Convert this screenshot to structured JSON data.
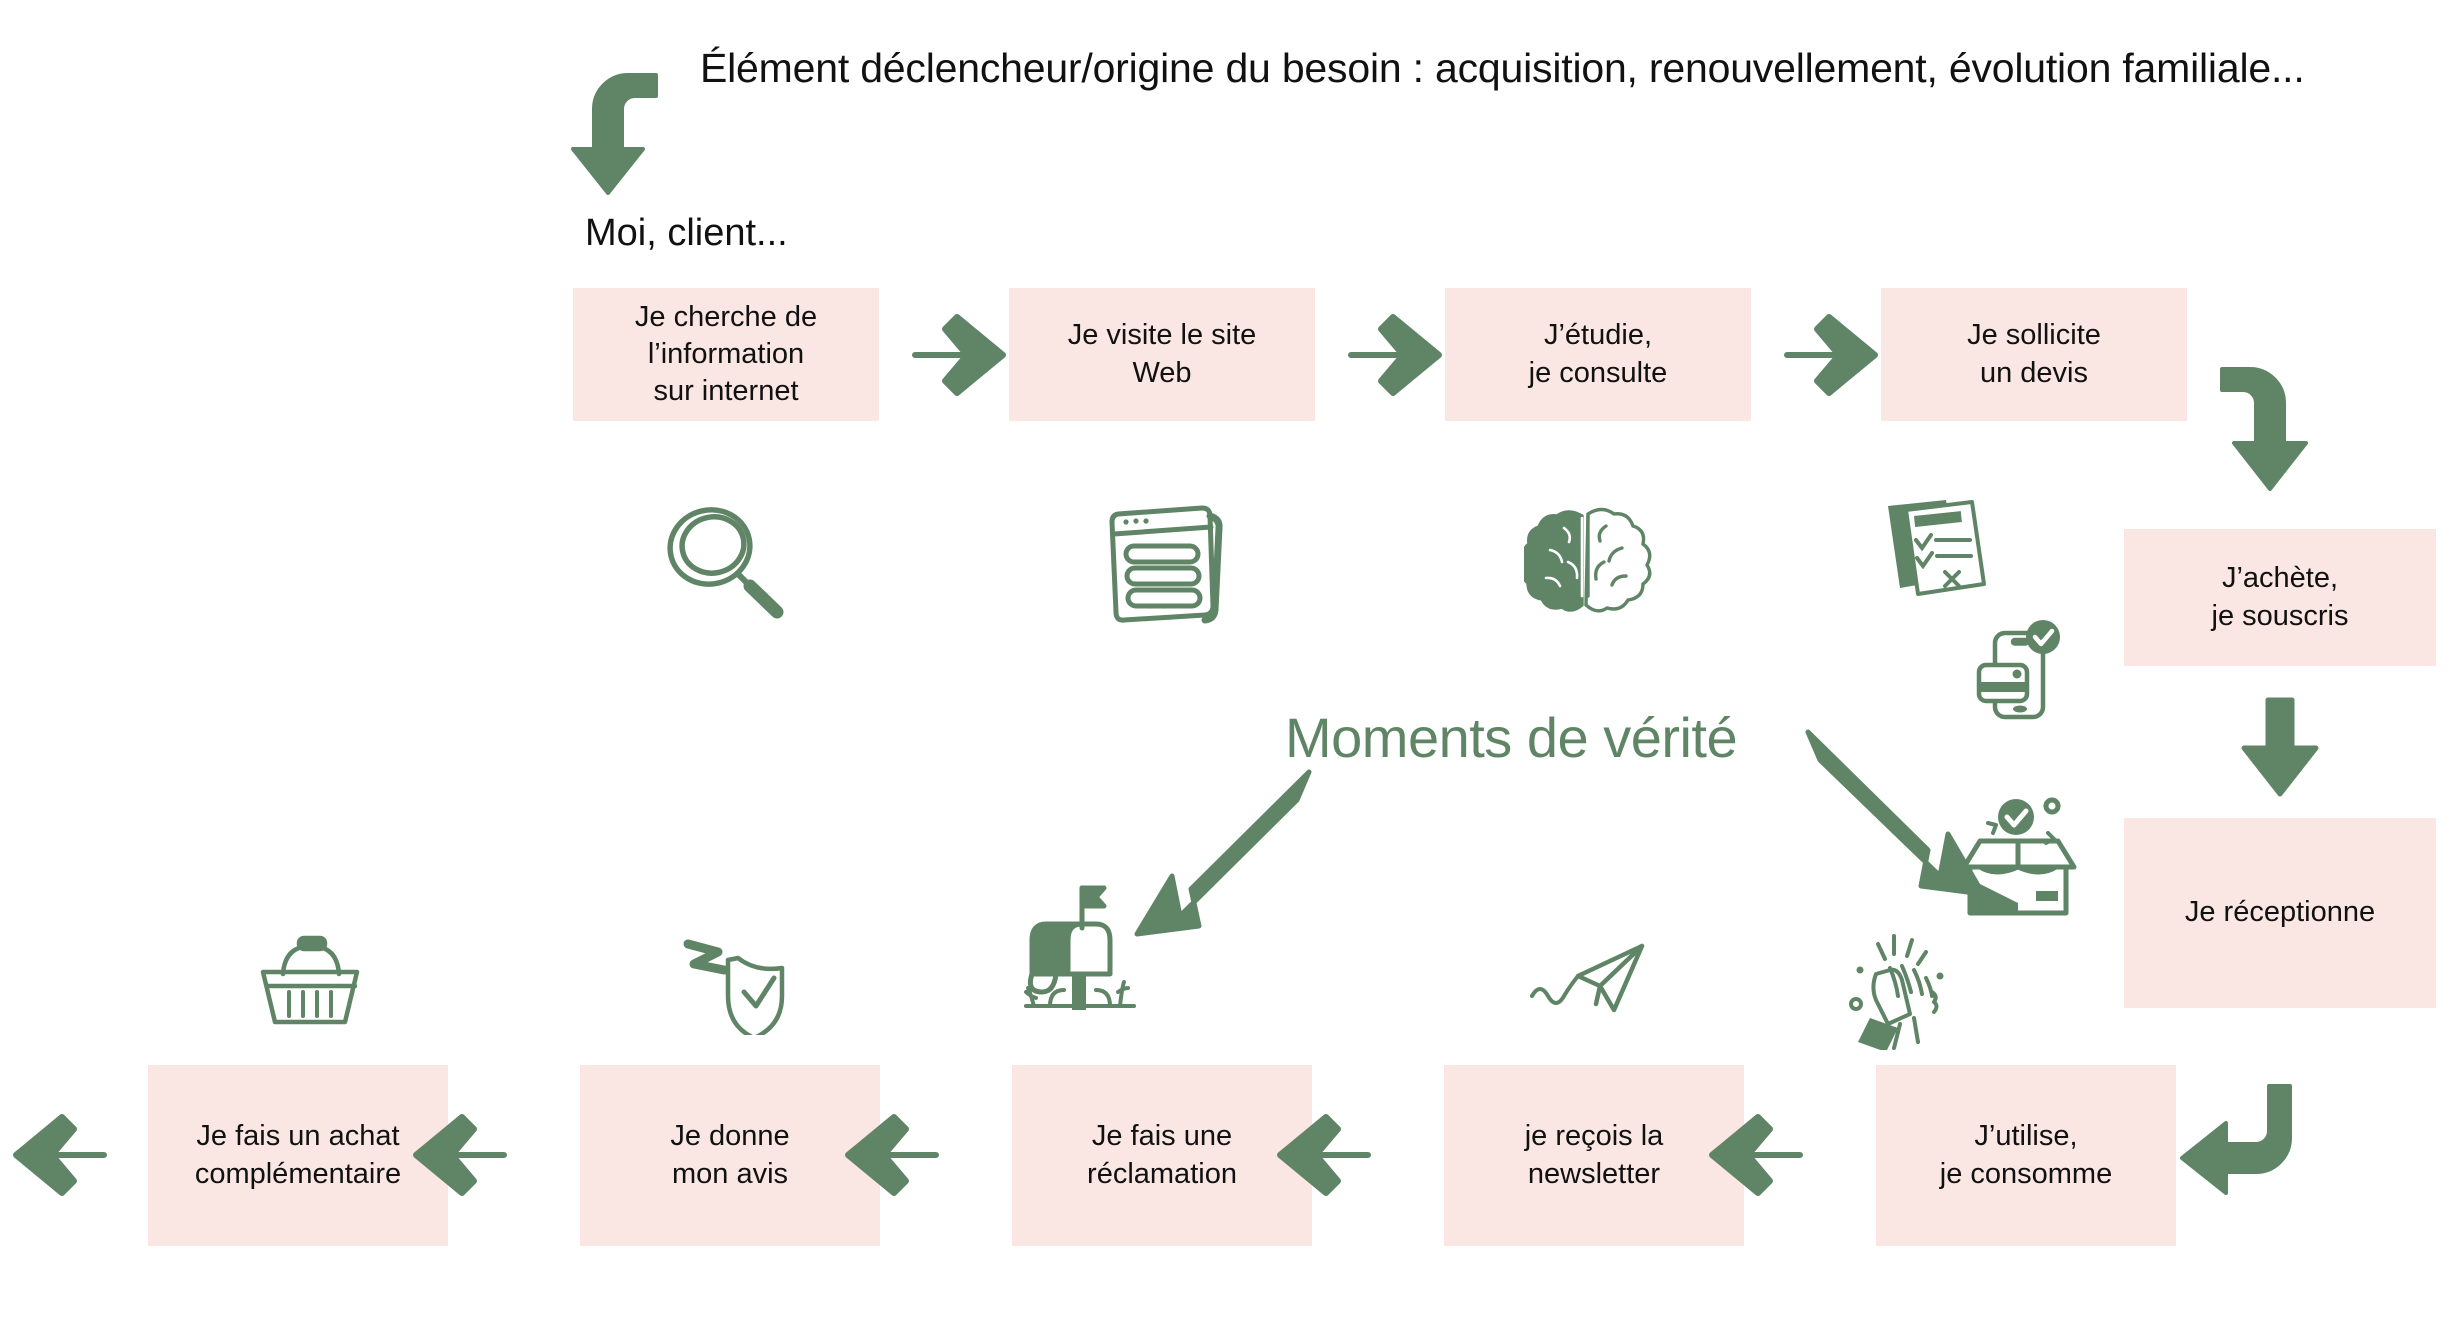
{
  "diagram": {
    "header_note": "Élément déclencheur/origine du besoin  : acquisition, renouvellement, évolution familiale...",
    "persona_label": "Moi, client...",
    "moments_label": "Moments de vérité",
    "colors": {
      "box_fill": "#fae7e3",
      "accent_green": "#5f8566",
      "text": "#111111",
      "background": "#ffffff"
    },
    "top_row": [
      {
        "id": "step-1",
        "label_lines": [
          "Je cherche de",
          "l’information",
          "sur internet"
        ],
        "icon": "magnifying-glass-icon"
      },
      {
        "id": "step-2",
        "label_lines": [
          "Je visite le site",
          "Web"
        ],
        "icon": "web-page-document-icon"
      },
      {
        "id": "step-3",
        "label_lines": [
          "J’étudie,",
          "je consulte"
        ],
        "icon": "brain-icon"
      },
      {
        "id": "step-4",
        "label_lines": [
          "Je sollicite",
          "un devis"
        ],
        "icon": "quote-checklist-icon"
      }
    ],
    "right_column": [
      {
        "id": "step-5",
        "label_lines": [
          "J’achète,",
          "je souscris"
        ],
        "icon": "mobile-payment-icon"
      },
      {
        "id": "step-6",
        "label_lines": [
          "Je réceptionne"
        ],
        "icon": "delivery-box-icon"
      }
    ],
    "bottom_row": [
      {
        "id": "step-7",
        "label_lines": [
          "J’utilise,",
          "je consomme"
        ],
        "icon": "clapping-hands-icon"
      },
      {
        "id": "step-8",
        "label_lines": [
          "je reçois la",
          "newsletter"
        ],
        "icon": "paper-plane-icon"
      },
      {
        "id": "step-9",
        "label_lines": [
          "Je fais une",
          "réclamation"
        ],
        "icon": "mailbox-icon"
      },
      {
        "id": "step-10",
        "label_lines": [
          "Je donne",
          "mon avis"
        ],
        "icon": "shield-check-icon"
      },
      {
        "id": "step-11",
        "label_lines": [
          "Je fais un achat",
          "complémentaire"
        ],
        "icon": "shopping-basket-icon"
      }
    ],
    "connectors": [
      {
        "id": "entry-elbow-arrow",
        "kind": "elbow-down-arrow"
      },
      {
        "id": "arrow-step1-step2",
        "kind": "right-arrow"
      },
      {
        "id": "arrow-step2-step3",
        "kind": "right-arrow"
      },
      {
        "id": "arrow-step3-step4",
        "kind": "right-arrow"
      },
      {
        "id": "arrow-step4-step5",
        "kind": "elbow-down-arrow"
      },
      {
        "id": "arrow-step5-step6",
        "kind": "down-arrow"
      },
      {
        "id": "arrow-step6-step7",
        "kind": "elbow-left-arrow"
      },
      {
        "id": "arrow-step7-step8",
        "kind": "left-arrow"
      },
      {
        "id": "arrow-step8-step9",
        "kind": "left-arrow"
      },
      {
        "id": "arrow-step9-step10",
        "kind": "left-arrow"
      },
      {
        "id": "arrow-step10-step11",
        "kind": "left-arrow"
      },
      {
        "id": "arrow-step11-exit",
        "kind": "left-arrow"
      },
      {
        "id": "moments-arrow-left",
        "kind": "diagonal-arrow-down-left"
      },
      {
        "id": "moments-arrow-right",
        "kind": "diagonal-arrow-down-right"
      }
    ]
  }
}
